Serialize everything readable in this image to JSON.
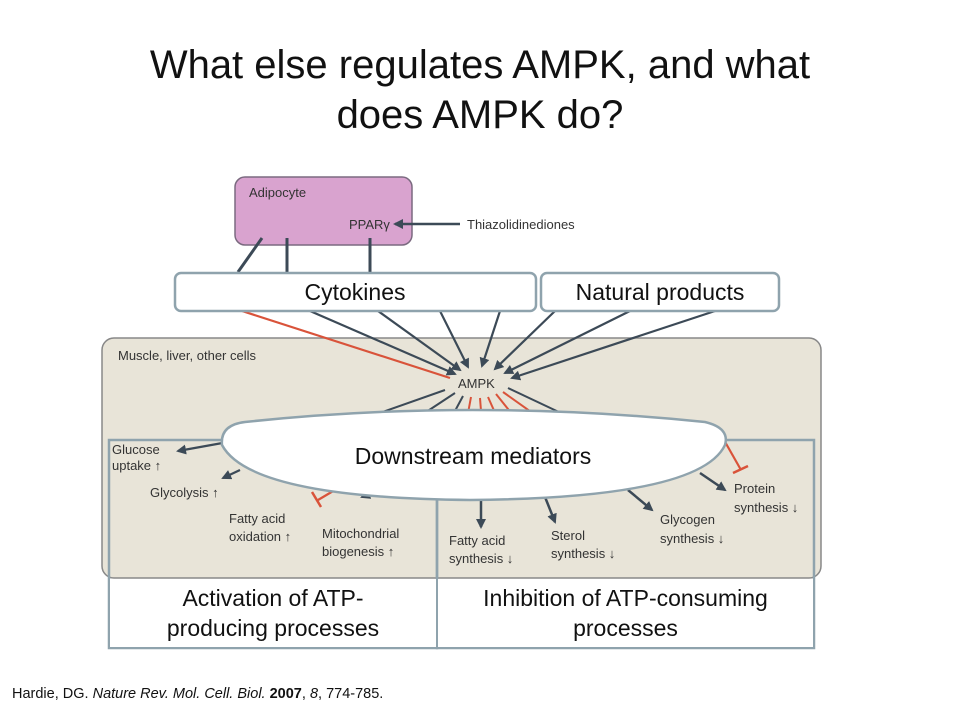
{
  "title": {
    "line1": "What else regulates AMPK, and what",
    "line2": "does AMPK do?"
  },
  "figure": {
    "adipocyte_label": "Adipocyte",
    "ppar_label": "PPARγ",
    "thiazolidinediones_label": "Thiazolidinediones",
    "cell_label": "Muscle, liver, other cells",
    "ampk_label": "AMPK",
    "outputs": {
      "glucose_uptake": [
        "Glucose",
        "uptake ↑"
      ],
      "glycolysis": [
        "Glycolysis ↑"
      ],
      "fatty_acid_oxidation": [
        "Fatty acid",
        "oxidation ↑"
      ],
      "mitochondrial_biogenesis": [
        "Mitochondrial",
        "biogenesis ↑"
      ],
      "fatty_acid_synthesis": [
        "Fatty acid",
        "synthesis ↓"
      ],
      "sterol_synthesis": [
        "Sterol",
        "synthesis ↓"
      ],
      "glycogen_synthesis": [
        "Glycogen",
        "synthesis ↓"
      ],
      "protein_synthesis": [
        "Protein",
        "synthesis ↓"
      ]
    },
    "colors": {
      "adipocyte_fill": "#d9a3cf",
      "cell_fill": "#e8e4d8",
      "activating_arrow": "#3c4a57",
      "inhibiting_arrow": "#d9533a",
      "box_border": "#8fa3ad"
    }
  },
  "boxes": {
    "cytokines": "Cytokines",
    "natural_products": "Natural products",
    "downstream": "Downstream mediators",
    "activation": [
      "Activation of ATP-",
      "producing processes"
    ],
    "inhibition": [
      "Inhibition of ATP-consuming",
      "processes"
    ]
  },
  "citation": {
    "authors": "Hardie, DG.",
    "journal": "Nature Rev. Mol. Cell. Biol.",
    "year": "2007",
    "volume": "8",
    "pages": "774-785."
  }
}
